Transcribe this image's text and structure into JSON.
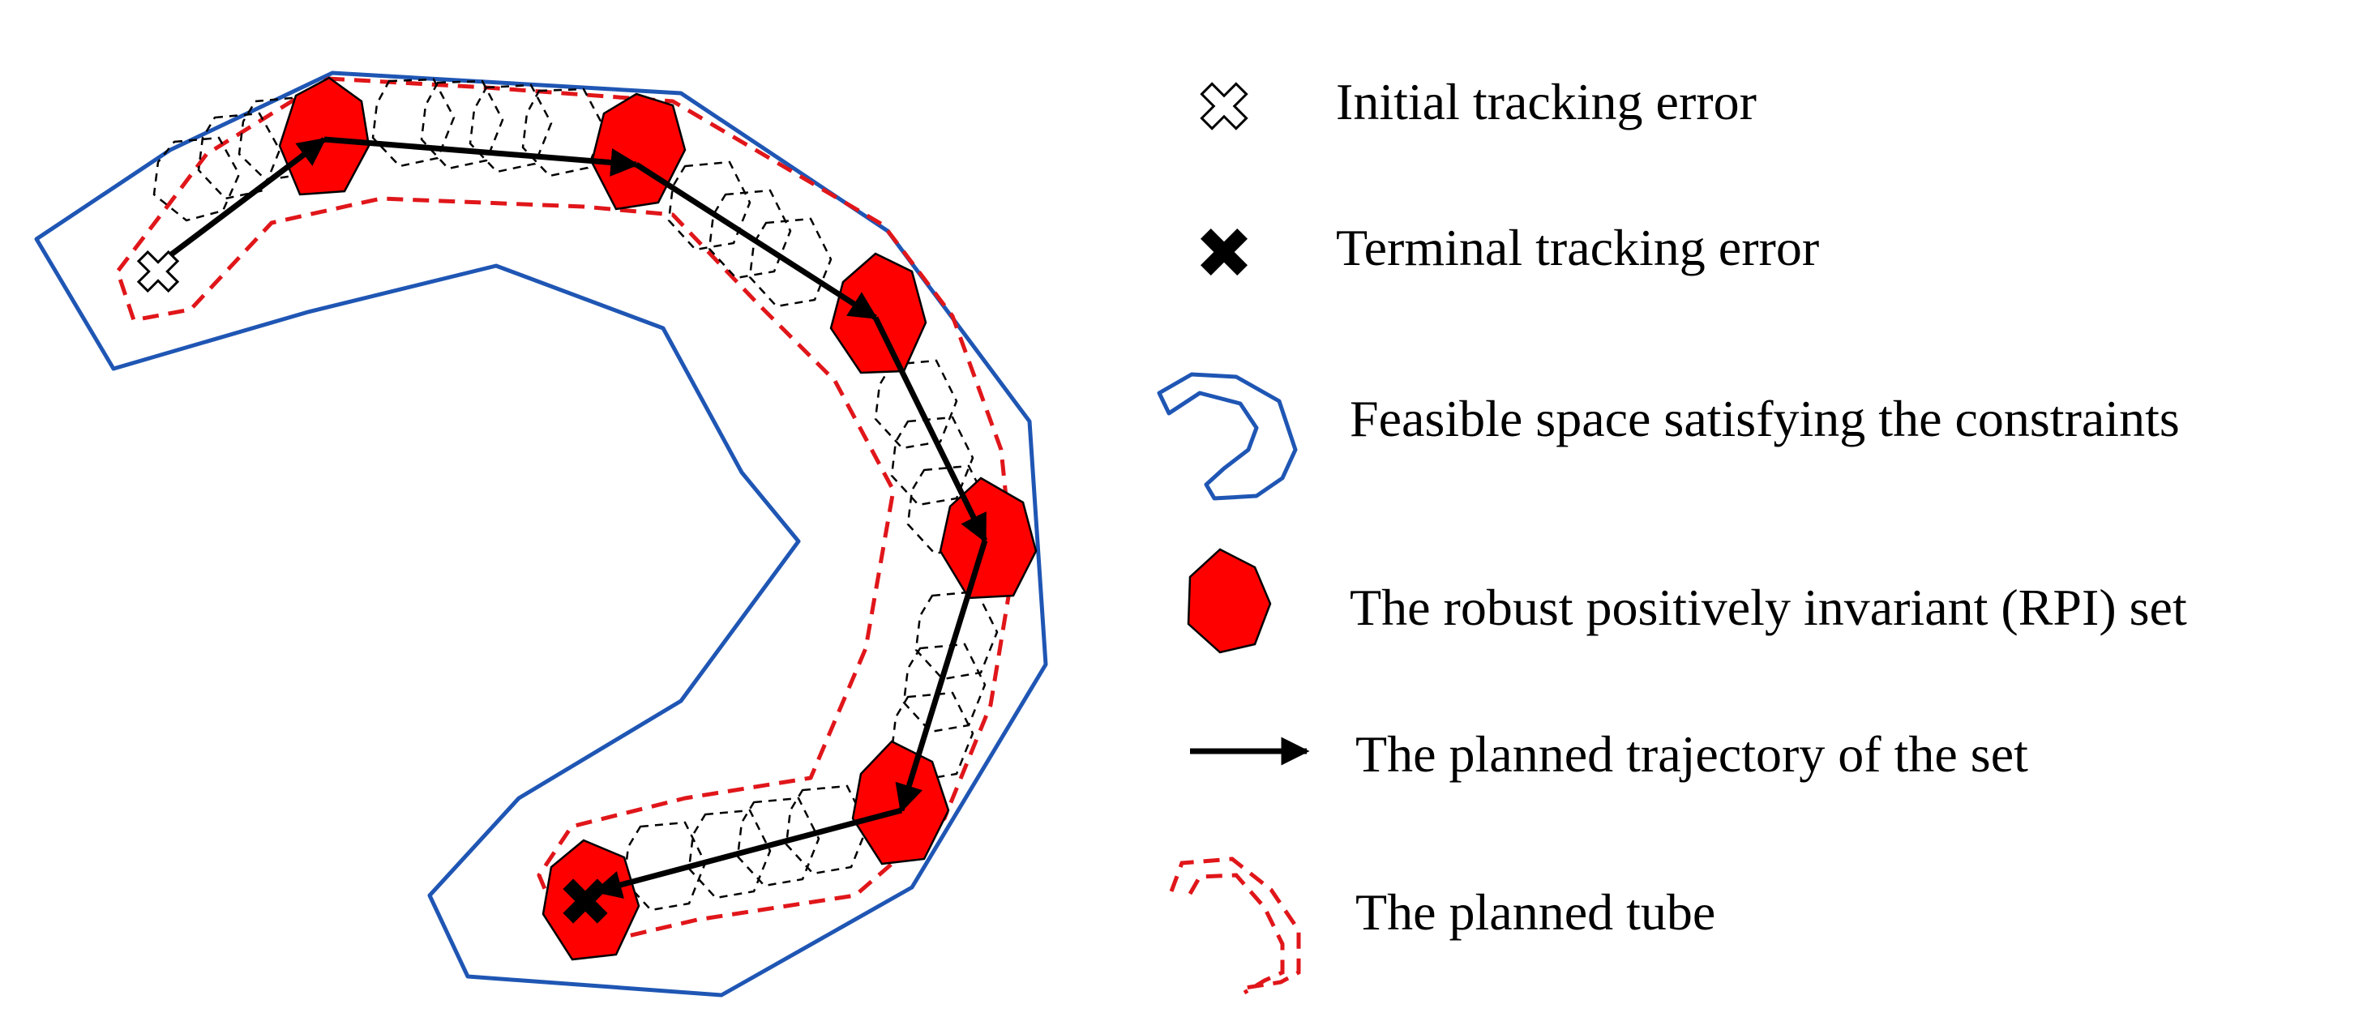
{
  "colors": {
    "feasible_boundary": "#1f56b4",
    "tube_dashed": "#e0161a",
    "rpi_fill": "#ff0000",
    "trajectory": "#000000",
    "hull_dashed": "#000000"
  },
  "legend": {
    "initial_error": "Initial tracking error",
    "terminal_error": "Terminal tracking error",
    "feasible_space": "Feasible space satisfying the constraints",
    "rpi_set": "The robust positively invariant (RPI) set",
    "trajectory": "The planned trajectory of the set",
    "tube": "The planned tube"
  },
  "icons": {
    "initial_error": "hollow-cross-icon",
    "terminal_error": "bold-cross-icon",
    "feasible_space": "feasible-region-icon",
    "rpi_set": "heptagon-icon",
    "trajectory": "arrow-icon",
    "tube": "dashed-tube-icon"
  }
}
